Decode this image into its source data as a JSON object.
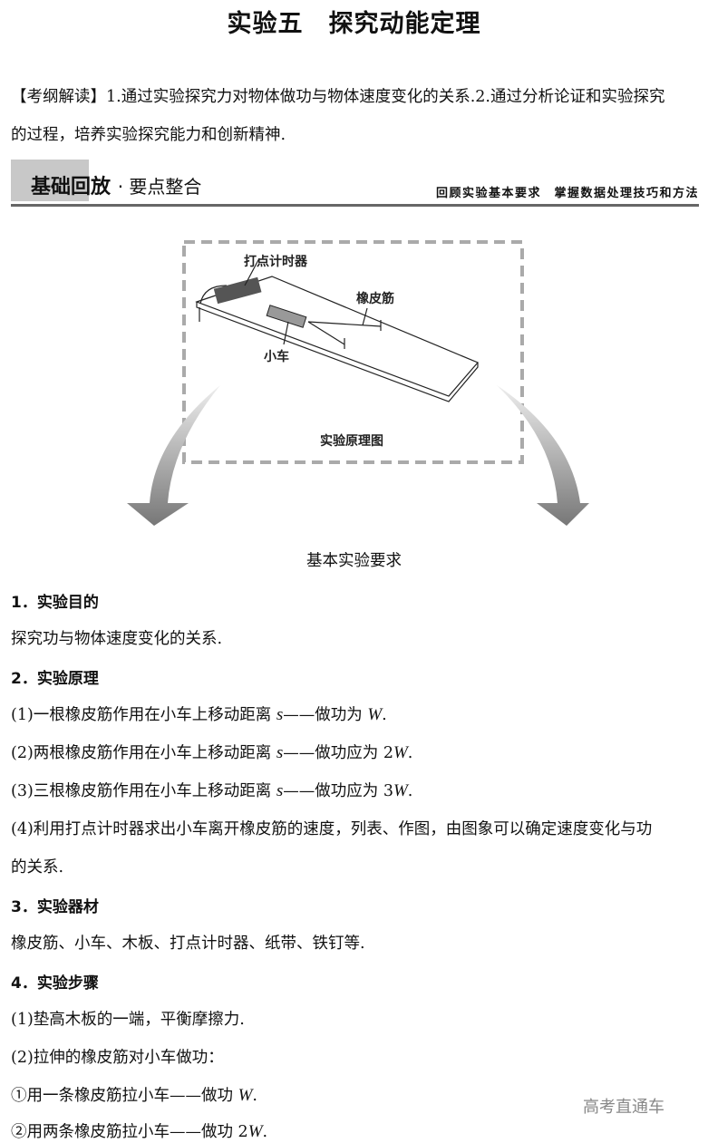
{
  "title": "实验五　探究动能定理",
  "intro": {
    "line1": "【考纲解读】1.通过实验探究力对物体做功与物体速度变化的关系.2.通过分析论证和实验探究",
    "line2": "的过程，培养实验探究能力和创新精神."
  },
  "banner": {
    "main": "基础回放",
    "sub": "· 要点整合",
    "right": "回顾实验基本要求　掌握数据处理技巧和方法"
  },
  "diagram": {
    "timer": "打点计时器",
    "rubber": "橡皮筋",
    "cart": "小车",
    "caption": "实验原理图"
  },
  "section_title": "基本实验要求",
  "s1": {
    "heading": "1．实验目的",
    "text": "探究功与物体速度变化的关系."
  },
  "s2": {
    "heading": "2．实验原理",
    "p1a": "(1)一根橡皮筋作用在小车上移动距离 ",
    "p1s": "s",
    "p1b": "——做功为 ",
    "p1w": "W",
    ".": ".",
    "p2a": "(2)两根橡皮筋作用在小车上移动距离 ",
    "p2s": "s",
    "p2b": "——做功应为 2",
    "p2w": "W",
    "p3a": "(3)三根橡皮筋作用在小车上移动距离 ",
    "p3s": "s",
    "p3b": "——做功应为 3",
    "p3w": "W",
    "p4a": "(4)利用打点计时器求出小车离开橡皮筋的速度，列表、作图，由图象可以确定速度变化与功",
    "p4b": "的关系."
  },
  "s3": {
    "heading": "3．实验器材",
    "text": "橡皮筋、小车、木板、打点计时器、纸带、铁钉等."
  },
  "s4": {
    "heading": "4．实验步骤",
    "p1": "(1)垫高木板的一端，平衡摩擦力.",
    "p2": "(2)拉伸的橡皮筋对小车做功：",
    "c1a": "①用一条橡皮筋拉小车——做功 ",
    "c1w": "W",
    "c2a": "②用两条橡皮筋拉小车——做功 2",
    "c2w": "W"
  },
  "period": ".",
  "watermark": "高考直通车"
}
